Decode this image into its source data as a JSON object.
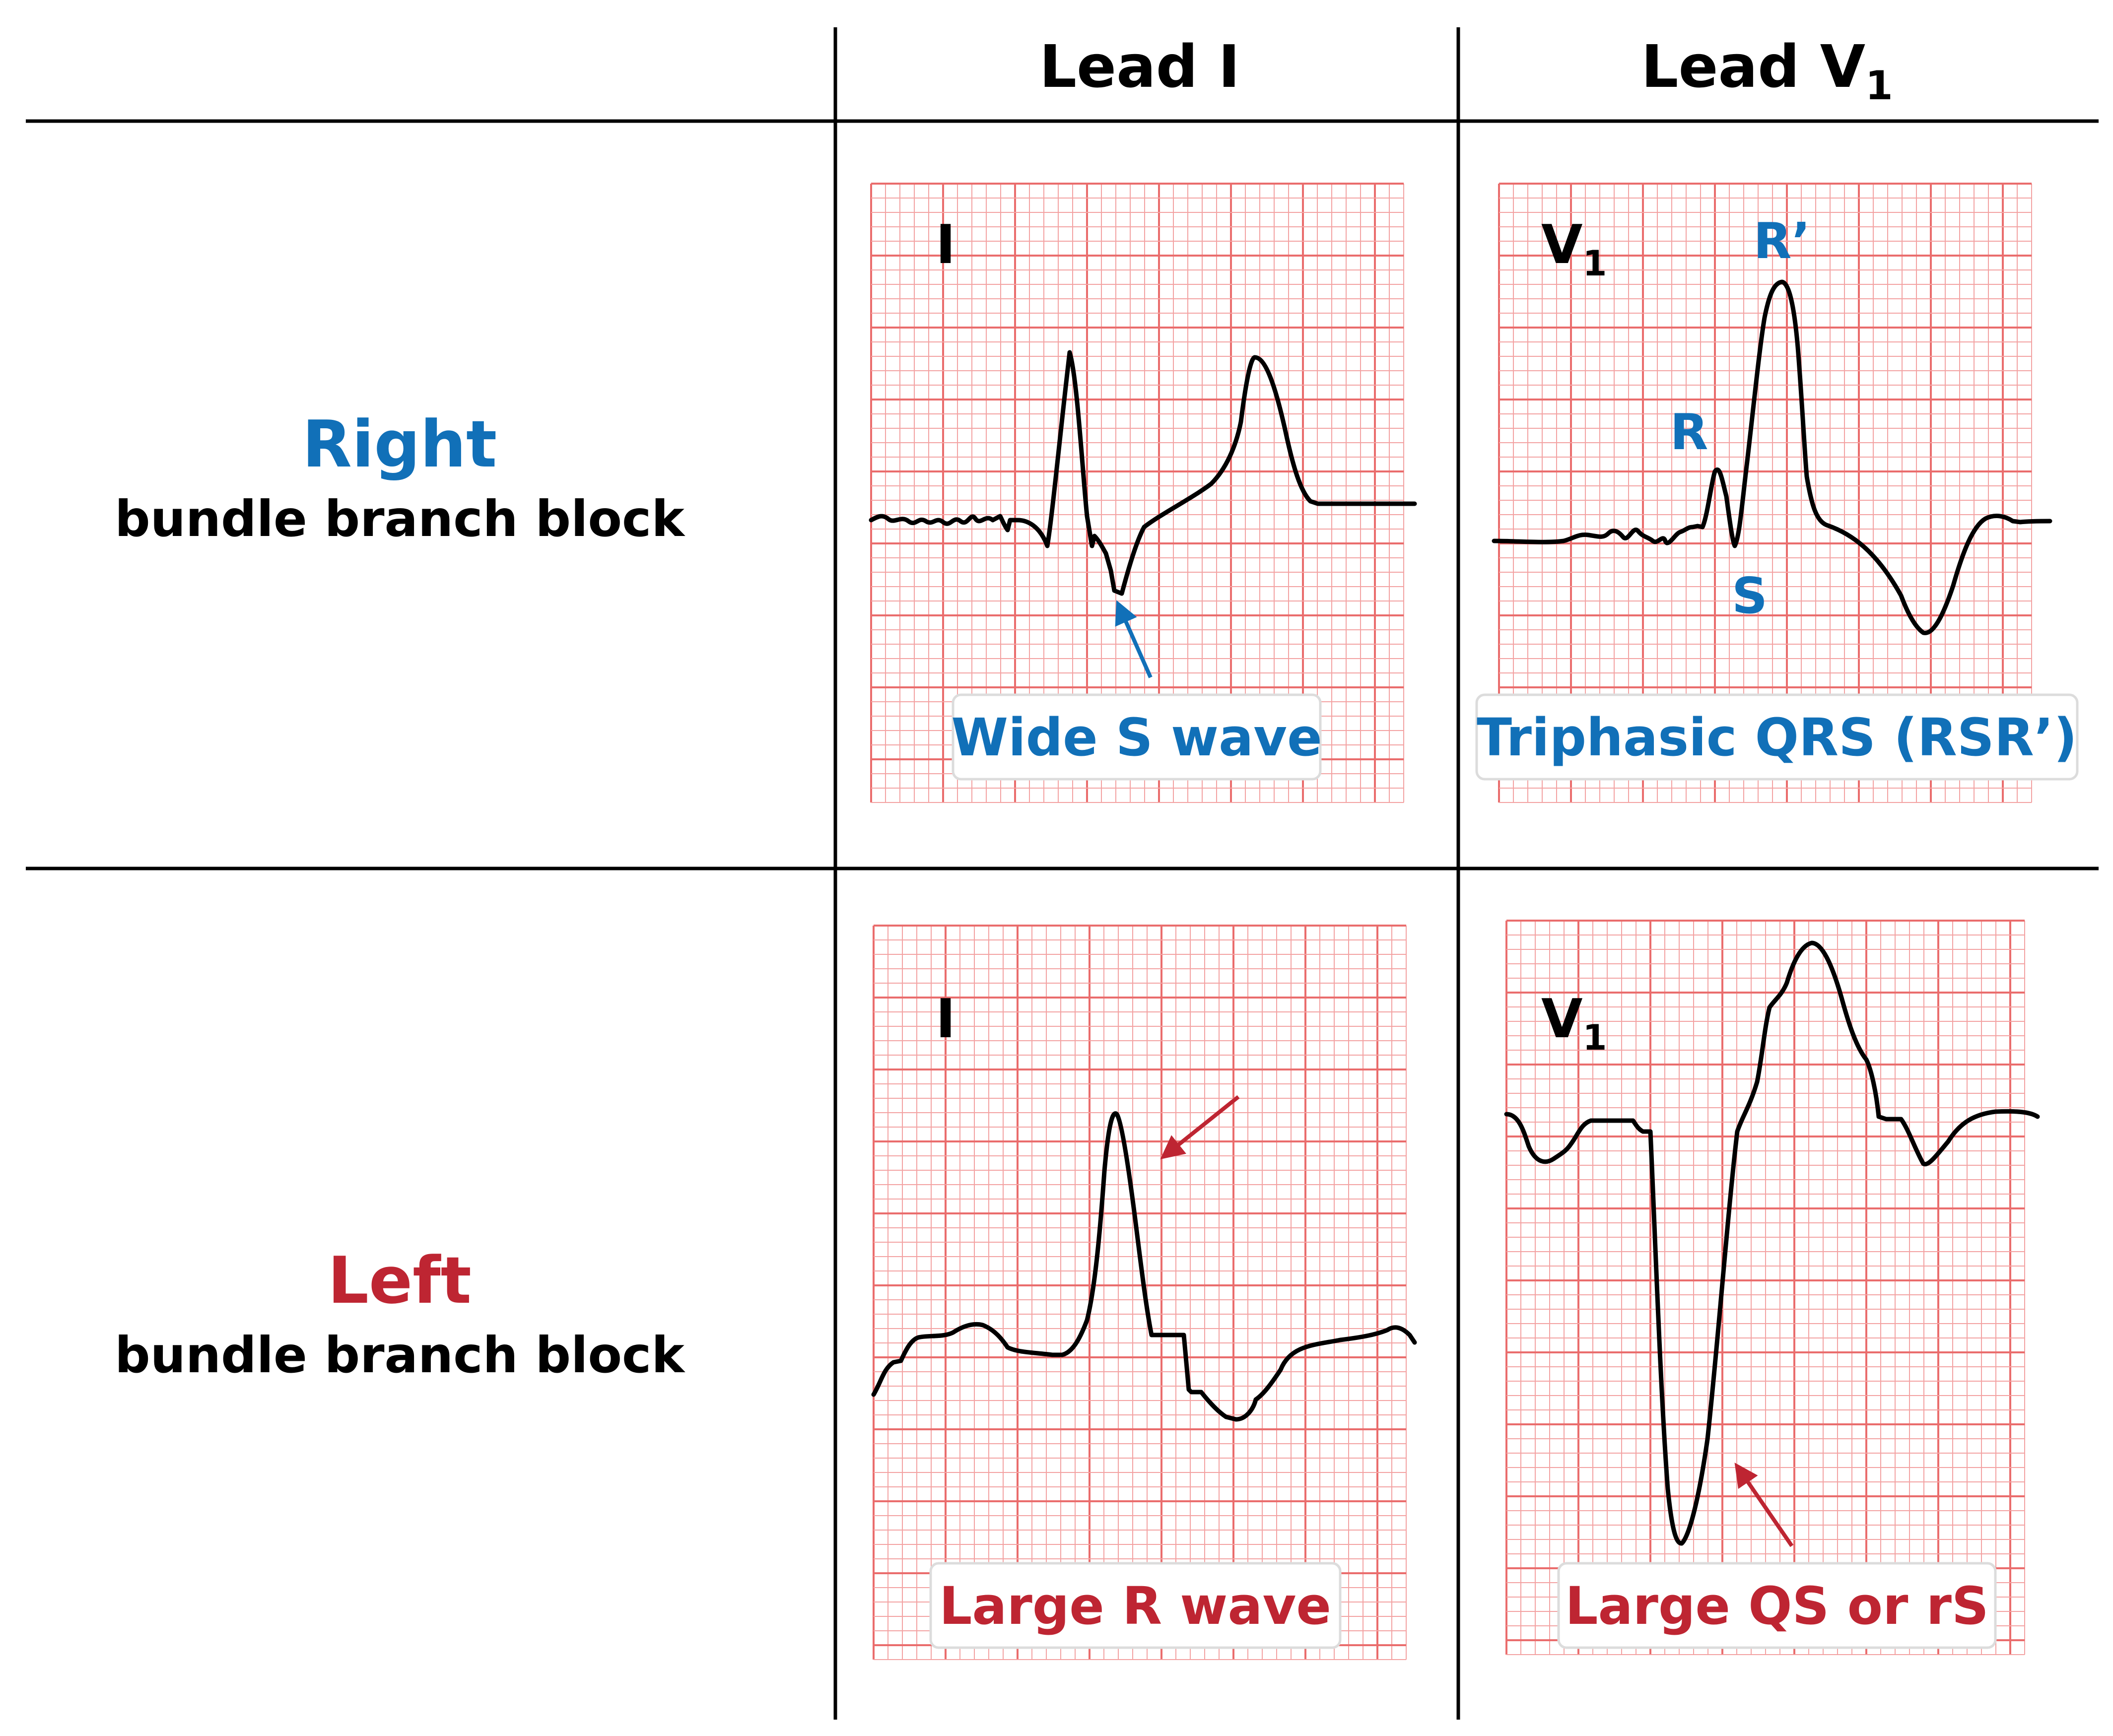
{
  "colors": {
    "right_accent": "#1170b8",
    "left_accent": "#be2532",
    "grid_minor": "#f3a3a3",
    "grid_major": "#ea6d6d",
    "trace": "#000000"
  },
  "columns": {
    "lead_i": "Lead I",
    "lead_v1_main": "Lead V",
    "lead_v1_sub": "1"
  },
  "rows": {
    "right": {
      "title": "Right",
      "subtitle": "bundle branch block"
    },
    "left": {
      "title": "Left",
      "subtitle": "bundle branch block"
    }
  },
  "panels": {
    "rbbb_lead_i": {
      "lead_label": "I",
      "callout": "Wide S wave"
    },
    "rbbb_lead_v1": {
      "lead_label": "V",
      "lead_label_sub": "1",
      "callout": "Triphasic QRS (RSR’)",
      "waves": {
        "r": "R",
        "s": "S",
        "r_prime": "R’"
      }
    },
    "lbbb_lead_i": {
      "lead_label": "I",
      "callout": "Large R wave"
    },
    "lbbb_lead_v1": {
      "lead_label": "V",
      "lead_label_sub": "1",
      "callout": "Large QS or rS"
    }
  }
}
